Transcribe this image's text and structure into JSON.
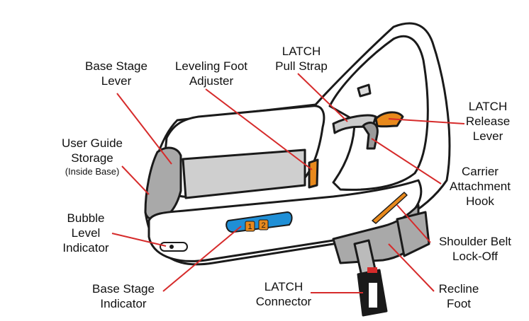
{
  "callouts": {
    "base_stage_lever": "Base Stage\nLever",
    "leveling_foot_adjuster": "Leveling Foot\nAdjuster",
    "latch_pull_strap": "LATCH\nPull Strap",
    "latch_release_lever": "LATCH\nRelease\nLever",
    "user_guide_storage": "User Guide\nStorage",
    "user_guide_storage_note": "(Inside Base)",
    "carrier_attachment_hook": "Carrier\nAttachment\nHook",
    "bubble_level_indicator": "Bubble\nLevel\nIndicator",
    "shoulder_belt_lock_off": "Shoulder Belt\nLock-Off",
    "base_stage_indicator": "Base Stage\nIndicator",
    "latch_connector": "LATCH\nConnector",
    "recline_foot": "Recline\nFoot"
  },
  "stage_buttons": [
    "1",
    "2"
  ],
  "colors": {
    "leader_line": "#d62b2b",
    "accent_orange": "#e8891c",
    "indicator_blue": "#1f8fd6",
    "outline": "#1a1a1a",
    "shade_gray": "#a9a9a9"
  }
}
